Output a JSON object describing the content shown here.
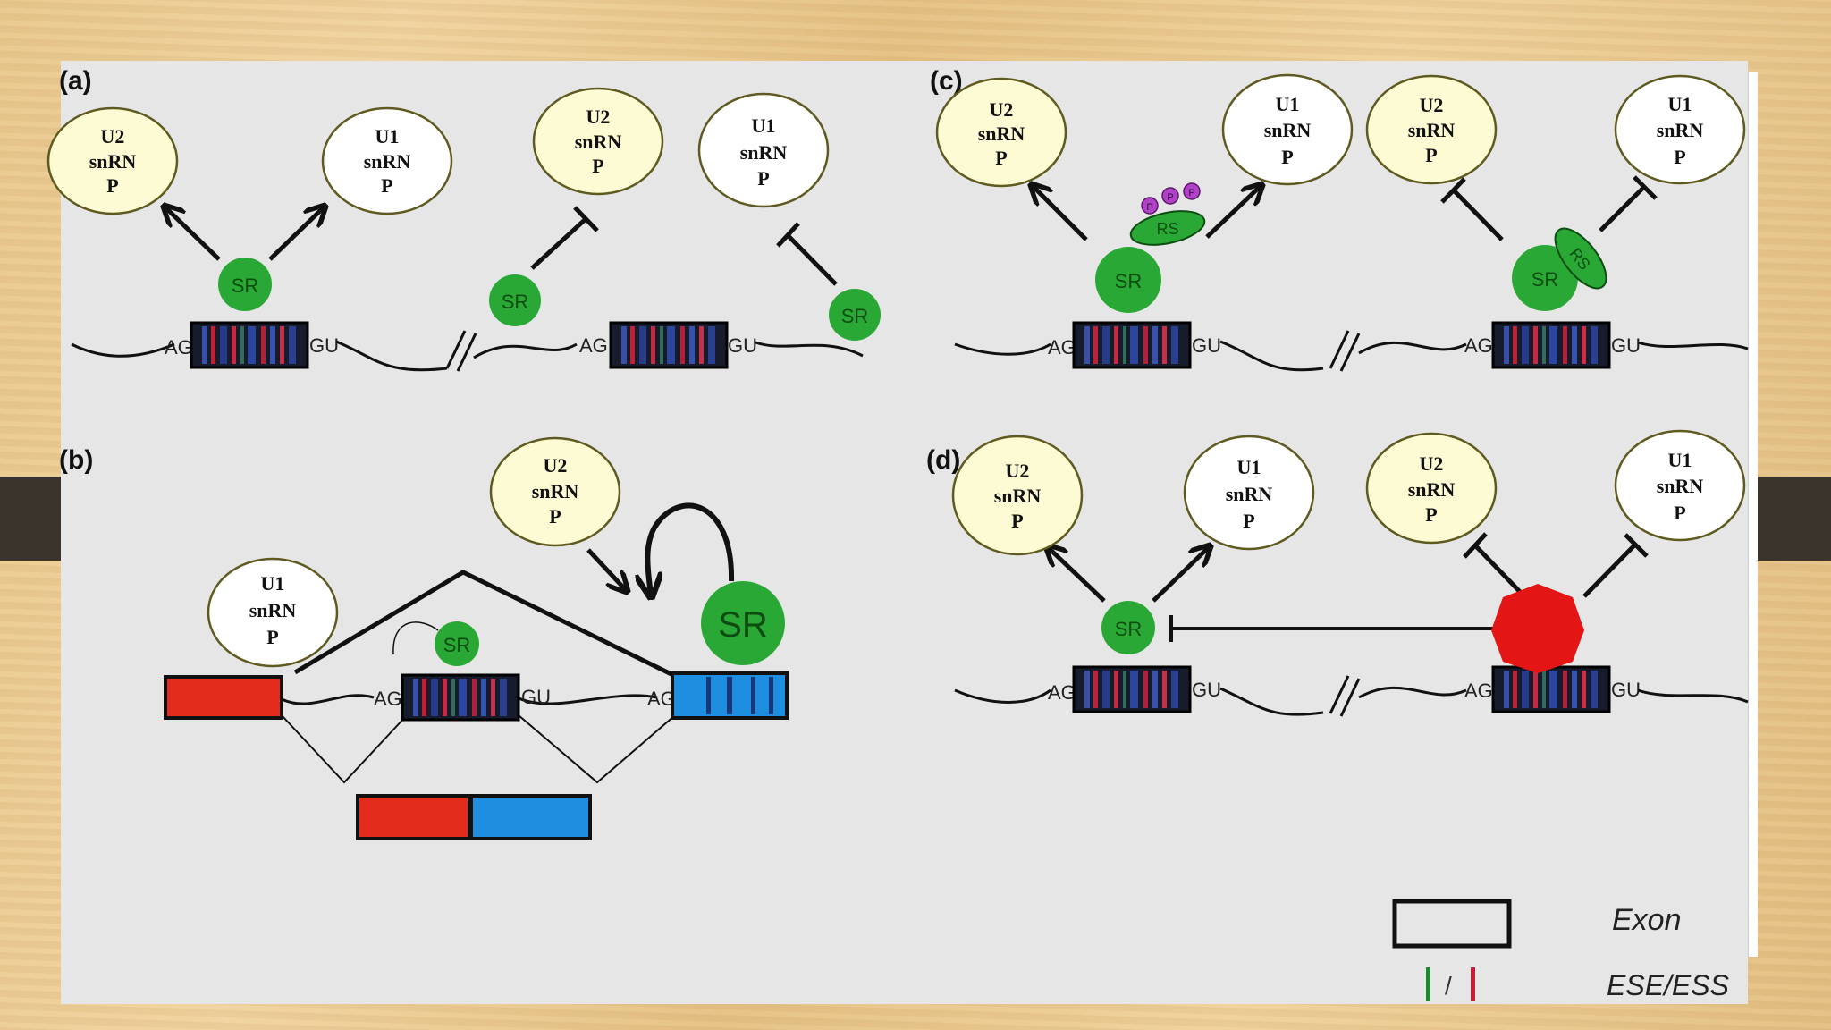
{
  "panels": {
    "a": "(a)",
    "b": "(b)",
    "c": "(c)",
    "d": "(d)"
  },
  "snrnp": {
    "u2_line1": "U2",
    "u1_line1": "U1",
    "line2": "snRN",
    "line3": "P"
  },
  "labels": {
    "sr": "SR",
    "rs": "RS",
    "ag": "AG",
    "gu": "GU",
    "p": "P"
  },
  "legend": {
    "exon": "Exon",
    "slash": "/",
    "ese_ess": "ESE/ESS"
  },
  "colors": {
    "sr_green": "#2aa836",
    "exon_dark": "#161c2c",
    "red_exon": "#e32c1b",
    "blue_exon": "#1e8ee0",
    "hnrnp_red": "#e31515",
    "bubble_u2": "#fdfbd3",
    "bubble_u1": "#ffffff",
    "bubble_border": "#5e5a20",
    "phospho": "#b141c8"
  }
}
